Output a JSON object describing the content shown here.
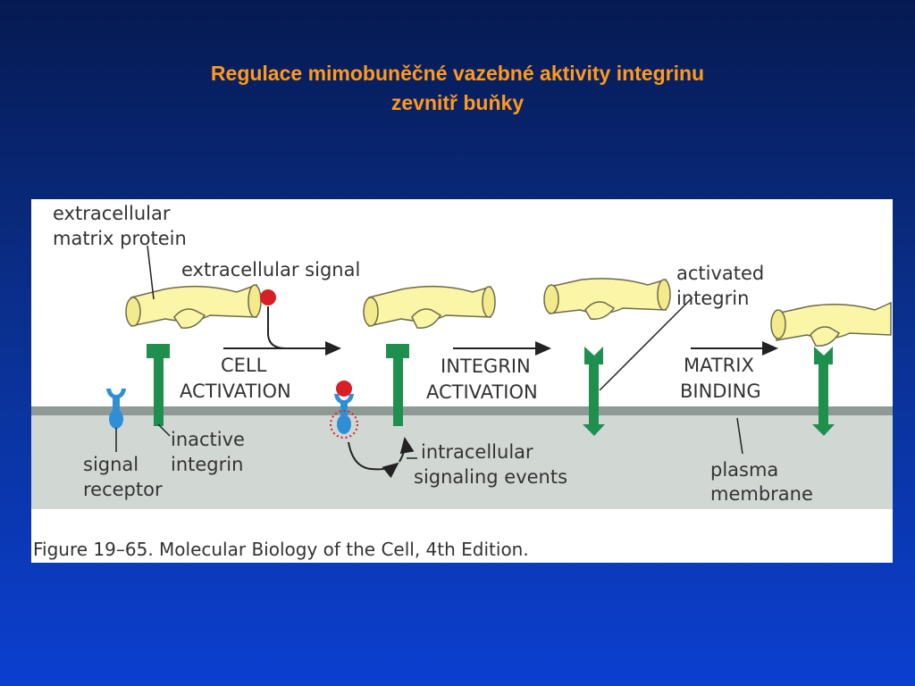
{
  "slide": {
    "title_line1": "Regulace mimobuněčné vazebné aktivity integrinu",
    "title_line2": "zevnitř buňky"
  },
  "figure": {
    "labels": {
      "ecm_line1": "extracellular",
      "ecm_line2": "matrix protein",
      "extracellular_signal": "extracellular signal",
      "step1_line1": "CELL",
      "step1_line2": "ACTIVATION",
      "step2_line1": "INTEGRIN",
      "step2_line2": "ACTIVATION",
      "step3_line1": "MATRIX",
      "step3_line2": "BINDING",
      "activated_line1": "activated",
      "activated_line2": "integrin",
      "inactive_line1": "inactive",
      "inactive_line2": "integrin",
      "receptor_line1": "signal",
      "receptor_line2": "receptor",
      "intracellular_line1": "intracellular",
      "intracellular_line2": "signaling events",
      "membrane_line1": "plasma",
      "membrane_line2": "membrane"
    },
    "caption": "Figure 19–65. Molecular Biology of the Cell, 4th Edition.",
    "colors": {
      "integrin": "#1f8f4e",
      "receptor": "#2f8fd6",
      "signal": "#d81f26",
      "matrix_protein": "#fbf5a8",
      "membrane_band": "#8f9a96",
      "cytoplasm": "#d1d8d4",
      "title": "#ff9a1a"
    },
    "icons": [
      "matrix-protein-icon",
      "integrin-icon",
      "signal-receptor-icon",
      "signal-molecule-icon",
      "arrow-icon"
    ]
  }
}
